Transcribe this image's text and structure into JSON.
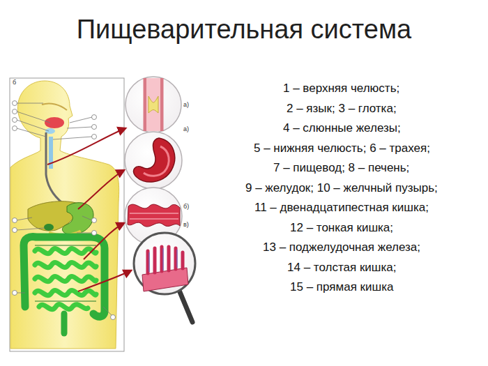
{
  "diagram": {
    "title": "Пищеварительная система",
    "labels": [
      "1 – верхняя челюсть;",
      "2 – язык; 3 – глотка;",
      "4 – слюнные железы;",
      "5 – нижняя челюсть; 6 – трахея;",
      "7 – пищевод; 8 – печень;",
      "9 – желудок; 10 – желчный пузырь;",
      "11 – двенадцатипестная кишка;",
      "12 – тонкая кишка;",
      "13 – поджелудочная железа;",
      "14 – толстая кишка;",
      "15 – прямая кишка",
      "б",
      "а)",
      "а)",
      "б)",
      "в)"
    ]
  }
}
